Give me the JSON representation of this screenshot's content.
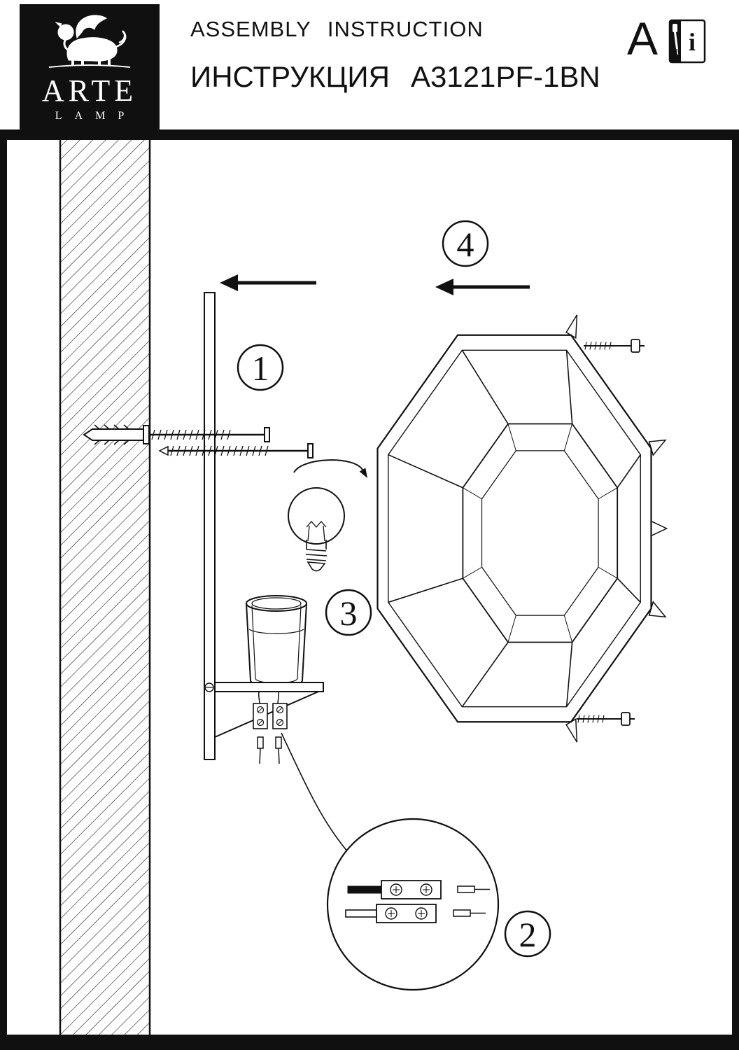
{
  "header": {
    "title_en": "ASSEMBLY INSTRUCTION",
    "title_ru": "ИНСТРУКЦИЯ",
    "model": "A3121PF-1BN",
    "revision": "A",
    "manual_icon_letter": "i"
  },
  "logo": {
    "brand": "ARTE",
    "sub": "LAMP"
  },
  "steps": [
    {
      "label": "1"
    },
    {
      "label": "2"
    },
    {
      "label": "3"
    },
    {
      "label": "4"
    }
  ],
  "colors": {
    "ink": "#1a1a1a",
    "paper": "#ffffff",
    "logo_bg": "#101010"
  }
}
